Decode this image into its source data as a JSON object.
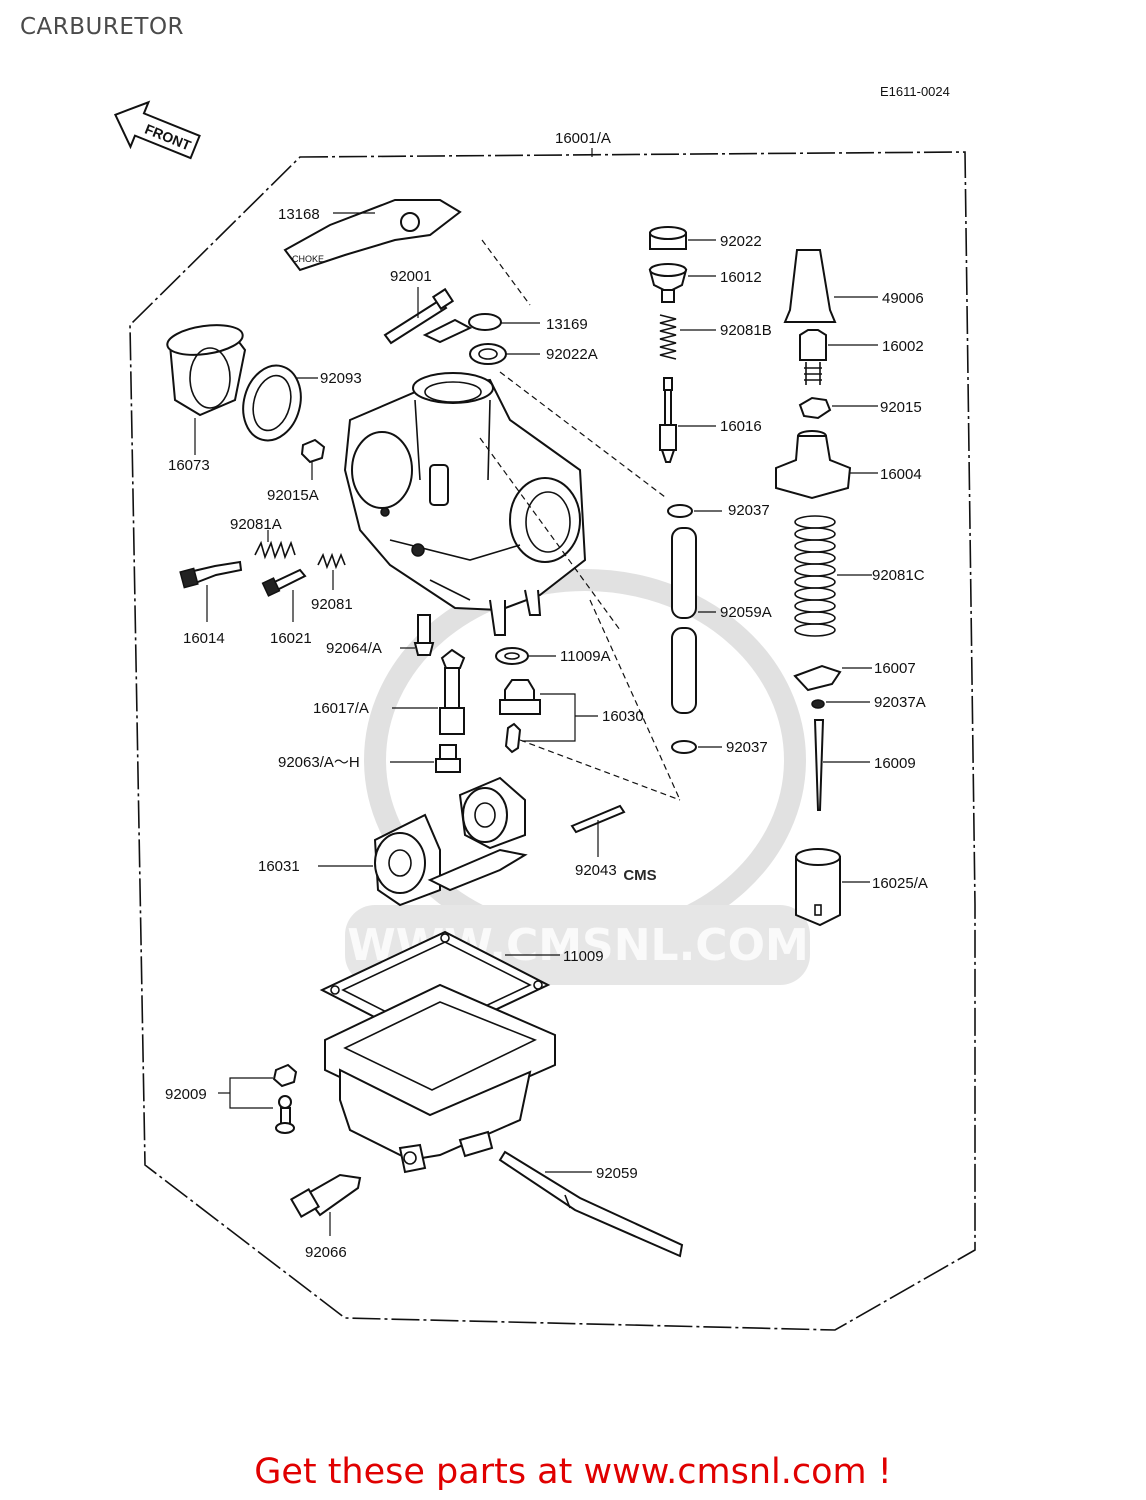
{
  "page": {
    "title": "CARBURETOR",
    "diagram_code": "E1611-0024",
    "front_arrow_label": "FRONT",
    "assembly_label": "16001/A",
    "watermark": {
      "logo": "CMS",
      "url": "WWW.CMSNL.COM"
    },
    "footer_cta": "Get these parts at www.cmsnl.com !"
  },
  "callouts": [
    {
      "id": "13168",
      "text": "13168"
    },
    {
      "id": "92001",
      "text": "92001"
    },
    {
      "id": "13169",
      "text": "13169"
    },
    {
      "id": "92022A",
      "text": "92022A"
    },
    {
      "id": "92093",
      "text": "92093"
    },
    {
      "id": "16073",
      "text": "16073"
    },
    {
      "id": "92015A",
      "text": "92015A"
    },
    {
      "id": "92081A",
      "text": "92081A"
    },
    {
      "id": "92081",
      "text": "92081"
    },
    {
      "id": "16014",
      "text": "16014"
    },
    {
      "id": "16021",
      "text": "16021"
    },
    {
      "id": "92064A",
      "text": "92064/A"
    },
    {
      "id": "16017A",
      "text": "16017/A"
    },
    {
      "id": "92063A-H",
      "text": "92063/A～H"
    },
    {
      "id": "11009A",
      "text": "11009A"
    },
    {
      "id": "16030",
      "text": "16030"
    },
    {
      "id": "16031",
      "text": "16031"
    },
    {
      "id": "92043",
      "text": "92043"
    },
    {
      "id": "11009",
      "text": "11009"
    },
    {
      "id": "92009",
      "text": "92009"
    },
    {
      "id": "92059",
      "text": "92059"
    },
    {
      "id": "92066",
      "text": "92066"
    },
    {
      "id": "92022",
      "text": "92022"
    },
    {
      "id": "16012",
      "text": "16012"
    },
    {
      "id": "92081B",
      "text": "92081B"
    },
    {
      "id": "16016",
      "text": "16016"
    },
    {
      "id": "92037-top",
      "text": "92037"
    },
    {
      "id": "92059A",
      "text": "92059A"
    },
    {
      "id": "92037-bottom",
      "text": "92037"
    },
    {
      "id": "49006",
      "text": "49006"
    },
    {
      "id": "16002",
      "text": "16002"
    },
    {
      "id": "92015",
      "text": "92015"
    },
    {
      "id": "16004",
      "text": "16004"
    },
    {
      "id": "92081C",
      "text": "92081C"
    },
    {
      "id": "16007",
      "text": "16007"
    },
    {
      "id": "92037A",
      "text": "92037A"
    },
    {
      "id": "16009",
      "text": "16009"
    },
    {
      "id": "16025A",
      "text": "16025/A"
    }
  ]
}
